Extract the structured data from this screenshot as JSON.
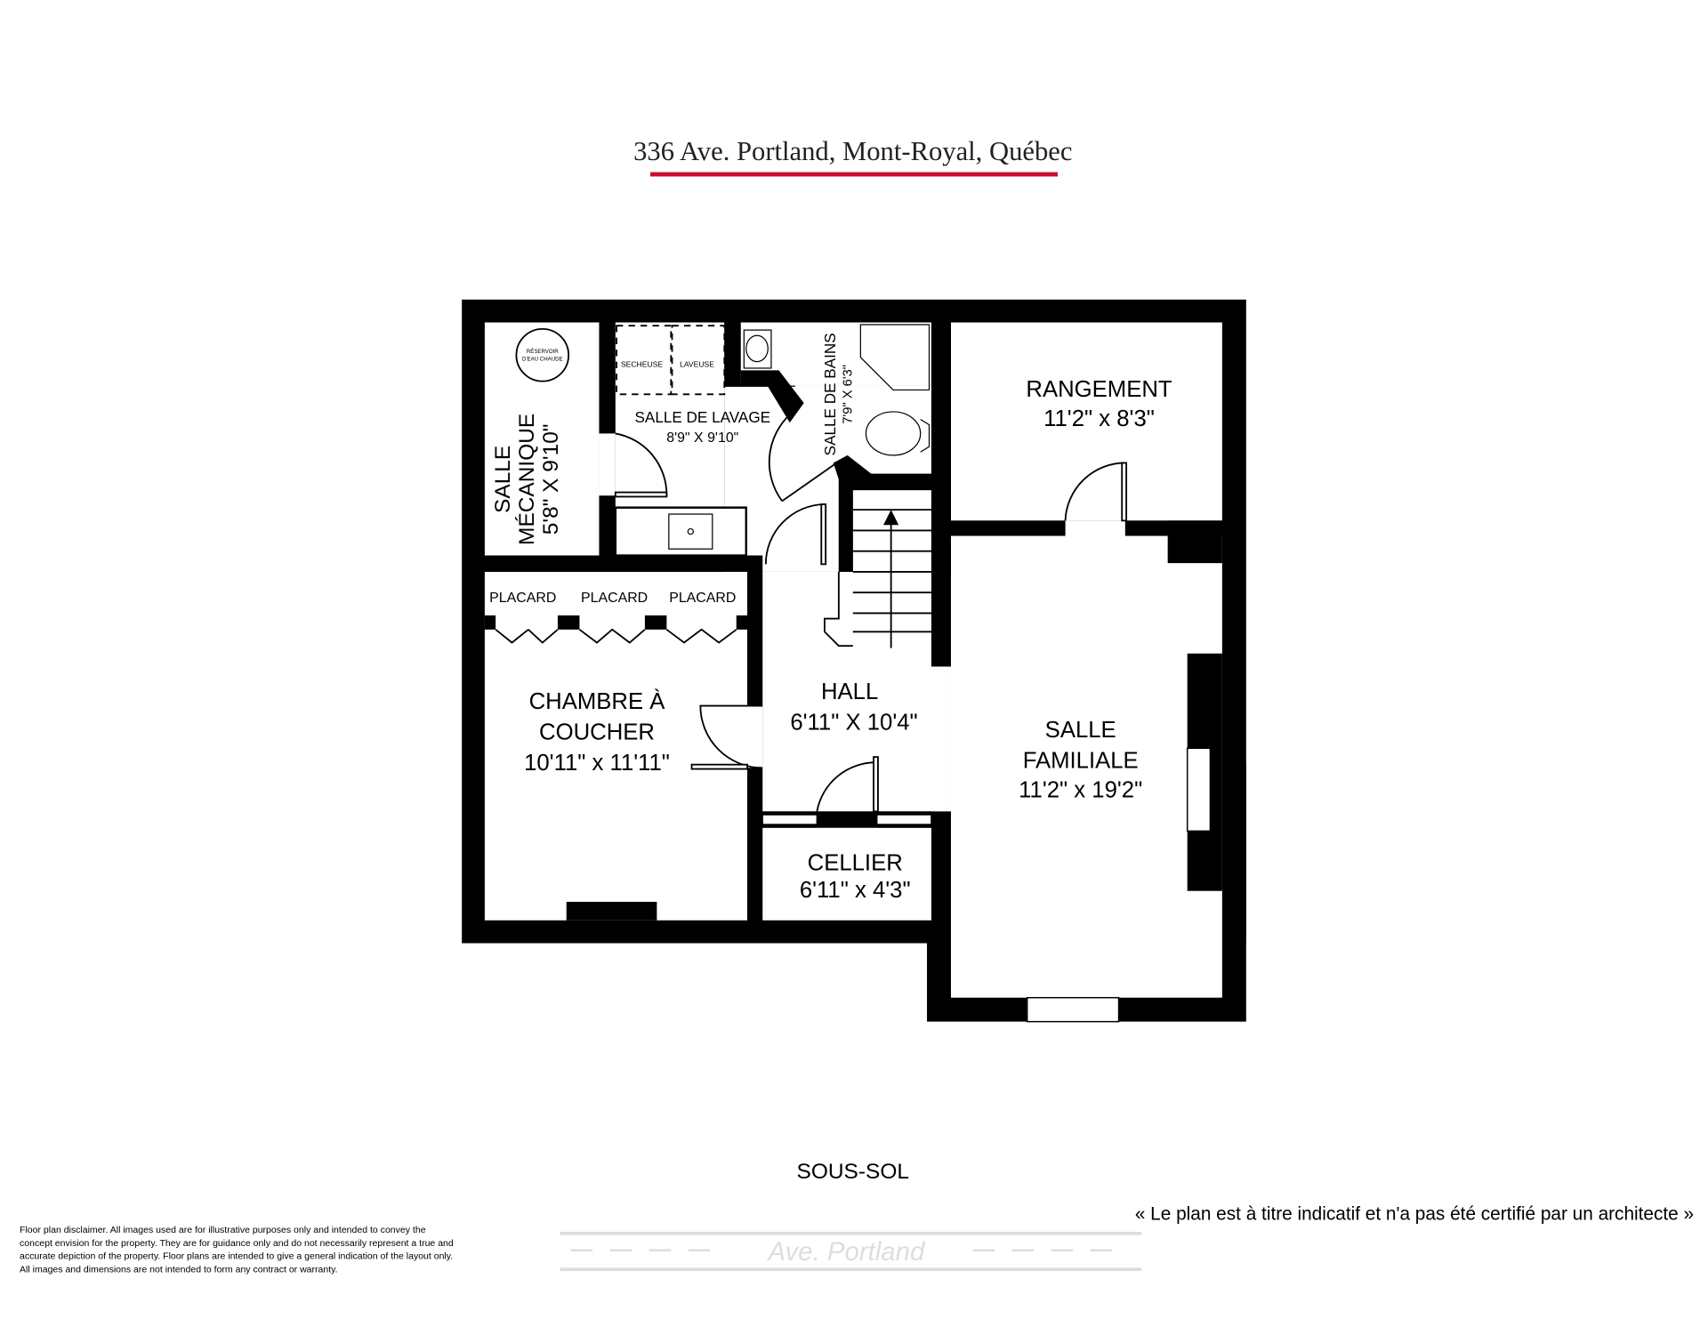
{
  "title": "336 Ave. Portland, Mont-Royal, Québec",
  "accent_color": "#c8102e",
  "floor_label": "SOUS-SOL",
  "note": "« Le plan est à titre indicatif et n'a pas été certifié par un architecte »",
  "street": "Ave. Portland",
  "disclaimer": [
    "Floor plan disclaimer. All images used are for illustrative purposes only and intended to convey the",
    "concept envision for the property. They are for guidance only and do not necessarily represent a true and",
    "accurate depiction of the property. Floor plans are intended to give a general indication of the layout only.",
    "All images and dimensions are not intended to form any contract or warranty."
  ],
  "rooms": {
    "mecanique": {
      "l1": "SALLE",
      "l2": "MÉCANIQUE",
      "dim": "5'8\" X 9'10\""
    },
    "reservoir": {
      "l1": "RÉSERVOIR",
      "l2": "D'EAU CHAUDE"
    },
    "lavage": {
      "name": "SALLE DE LAVAGE",
      "dim": "8'9\" X 9'10\"",
      "secheuse": "SECHEUSE",
      "laveuse": "LAVEUSE"
    },
    "bains": {
      "name": "SALLE DE BAINS",
      "dim": "7'9\" X 6'3\""
    },
    "rangement": {
      "name": "RANGEMENT",
      "dim": "11'2\" x 8'3\""
    },
    "placards": [
      "PLACARD",
      "PLACARD",
      "PLACARD"
    ],
    "chambre": {
      "l1": "CHAMBRE À",
      "l2": "COUCHER",
      "dim": "10'11\" x 11'11\""
    },
    "hall": {
      "name": "HALL",
      "dim": "6'11\" X 10'4\""
    },
    "familiale": {
      "l1": "SALLE",
      "l2": "FAMILIALE",
      "dim": "11'2\" x 19'2\""
    },
    "cellier": {
      "name": "CELLIER",
      "dim": "6'11\" x 4'3\""
    }
  }
}
